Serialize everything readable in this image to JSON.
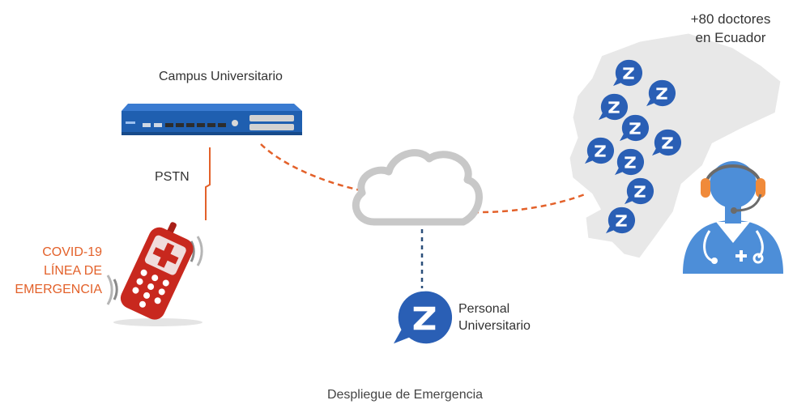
{
  "campus": {
    "label": "Campus Universitario"
  },
  "link": {
    "pstn_label": "PSTN"
  },
  "emergency_line": {
    "lines": [
      "COVID-19",
      "LÍNEA DE",
      "EMERGENCIA"
    ]
  },
  "staff": {
    "lines": [
      "Personal",
      "Universitario"
    ]
  },
  "doctors": {
    "lines": [
      "+80 doctores",
      "en Ecuador"
    ]
  },
  "caption": "Despliegue de Emergencia",
  "colors": {
    "accent_orange": "#e3612a",
    "server_blue": "#1f5fb0",
    "chat_blue": "#2a5fb5",
    "dashed_blue": "#2b4f7a",
    "cloud_gray": "#c8c8c8",
    "map_gray": "#e8e8e8",
    "doctor_blue": "#4d8ed8",
    "phone_red": "#c8281e"
  },
  "icons": {
    "server": "server-appliance-icon",
    "phone": "mobile-phone-icon",
    "cloud": "cloud-icon",
    "chat": "z-chat-bubble-icon",
    "doctor": "doctor-headset-icon",
    "map": "ecuador-map-icon"
  }
}
